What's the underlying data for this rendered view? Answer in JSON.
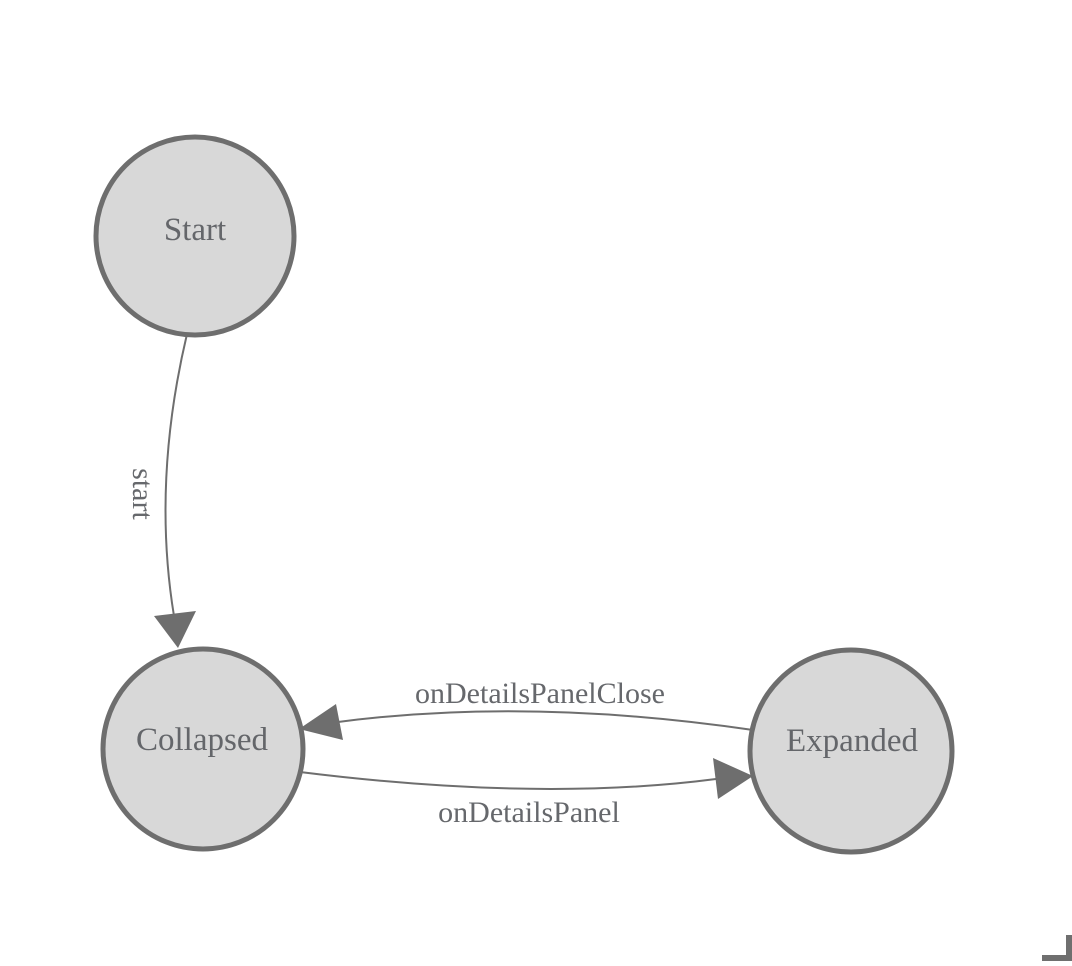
{
  "diagram": {
    "type": "state-machine",
    "background": "#ffffff",
    "colors": {
      "node_fill": "#d8d8d8",
      "node_stroke": "#6e6e6e",
      "edge_stroke": "#6e6e6e",
      "arrow_fill": "#6e6e6e",
      "node_text": "#64666a",
      "edge_text": "#66686c",
      "corner_mark": "#6f6f6f"
    },
    "nodes": [
      {
        "id": "start",
        "label": "Start"
      },
      {
        "id": "collapsed",
        "label": "Collapsed"
      },
      {
        "id": "expanded",
        "label": "Expanded"
      }
    ],
    "edges": [
      {
        "id": "start",
        "label": "start",
        "from": "Start",
        "to": "Collapsed",
        "arrow_direction": "down"
      },
      {
        "id": "onDetailsPanelClose",
        "label": "onDetailsPanelClose",
        "from": "Expanded",
        "to": "Collapsed",
        "arrow_direction": "left"
      },
      {
        "id": "onDetailsPanel",
        "label": "onDetailsPanel",
        "from": "Collapsed",
        "to": "Expanded",
        "arrow_direction": "right"
      }
    ]
  }
}
